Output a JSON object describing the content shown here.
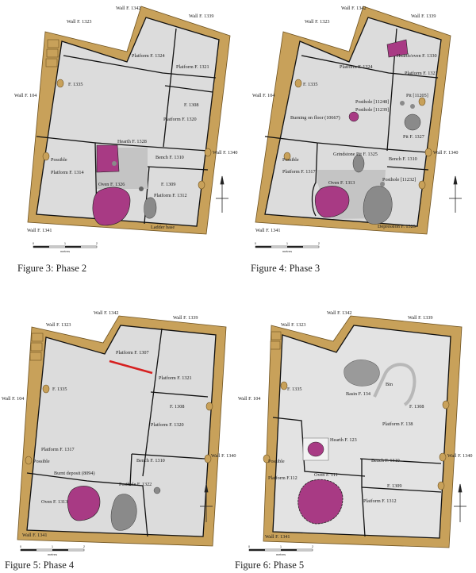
{
  "colors": {
    "wall": "#c8a15a",
    "wall_edge": "#6e5220",
    "floor": "#dcdcdc",
    "floor_light": "#e3e3e3",
    "partition": "#111111",
    "hearth": "#a83a84",
    "stone": "#8a8a8a",
    "grey_zone": "#c4c4c4",
    "burnt": "#d62020",
    "text": "#1a1a1a"
  },
  "panels": [
    {
      "caption": "Figure 3: Phase 2",
      "labels": [
        "Wall F. 1342",
        "Wall F. 1339",
        "Wall F. 1323",
        "Platform F. 1324",
        "Platform F. 1321",
        "F. 1335",
        "Wall F. 104",
        "F. 1308",
        "Platform F. 1320",
        "Hearth F. 1328",
        "Wall F. 1340",
        "Bench F. 1310",
        "Possible",
        "Platform F. 1314",
        "Oven F. 1326",
        "F. 1309",
        "Platform F. 1312",
        "Ladder base",
        "Wall F. 1341"
      ],
      "scale": [
        "0",
        "1",
        "2",
        "metres"
      ]
    },
    {
      "caption": "Figure 4: Phase 3",
      "labels": [
        "Wall F. 1342",
        "Wall F. 1339",
        "Wall F. 1323",
        "Hearth/oven F. 1330",
        "Platform F. 1324",
        "Platform F. 1321",
        "F. 1335",
        "Wall F. 104",
        "Posthole [11248]",
        "Pit [11205]",
        "Posthole [11239]",
        "Burning on floor (10667)",
        "Pit F. 1327",
        "Grindstone Pit F. 1325",
        "Wall F. 1340",
        "Possible",
        "Bench F. 1310",
        "Platform F. 1317",
        "Oven F. 1313",
        "Posthole [11232]",
        "Depression F. 1325",
        "Wall F. 1341"
      ],
      "scale": [
        "0",
        "1",
        "2",
        "metres"
      ]
    },
    {
      "caption": "Figure 5: Phase 4",
      "labels": [
        "Wall F. 1342",
        "Wall F. 1339",
        "Wall F. 1323",
        "Platform F. 1307",
        "Platform F. 1321",
        "F. 1335",
        "Wall F. 104",
        "F. 1308",
        "Platform F. 1320",
        "Platform F. 1317",
        "Wall F. 1340",
        "Bench F. 1310",
        "Possible",
        "Burnt deposit (8094)",
        "Posthole F. 1322",
        "Oven F. 1313",
        "Wall F. 1341"
      ],
      "scale": [
        "0",
        "1",
        "2",
        "metres"
      ]
    },
    {
      "caption": "Figure 6: Phase 5",
      "labels": [
        "Wall F. 1342",
        "Wall F. 1339",
        "Wall F. 1323",
        "F. 1335",
        "Basin F. 134",
        "Bin",
        "Wall F. 104",
        "F. 1308",
        "Platform F. 138",
        "Hearth F. 123",
        "Bench F. 1310",
        "Wall F. 1340",
        "Possible",
        "Platform F.112",
        "Oven F. 111",
        "F. 1309",
        "Platform F. 1312",
        "Wall F. 1341"
      ],
      "scale": [
        "0",
        "1",
        "2",
        "metres"
      ]
    }
  ]
}
